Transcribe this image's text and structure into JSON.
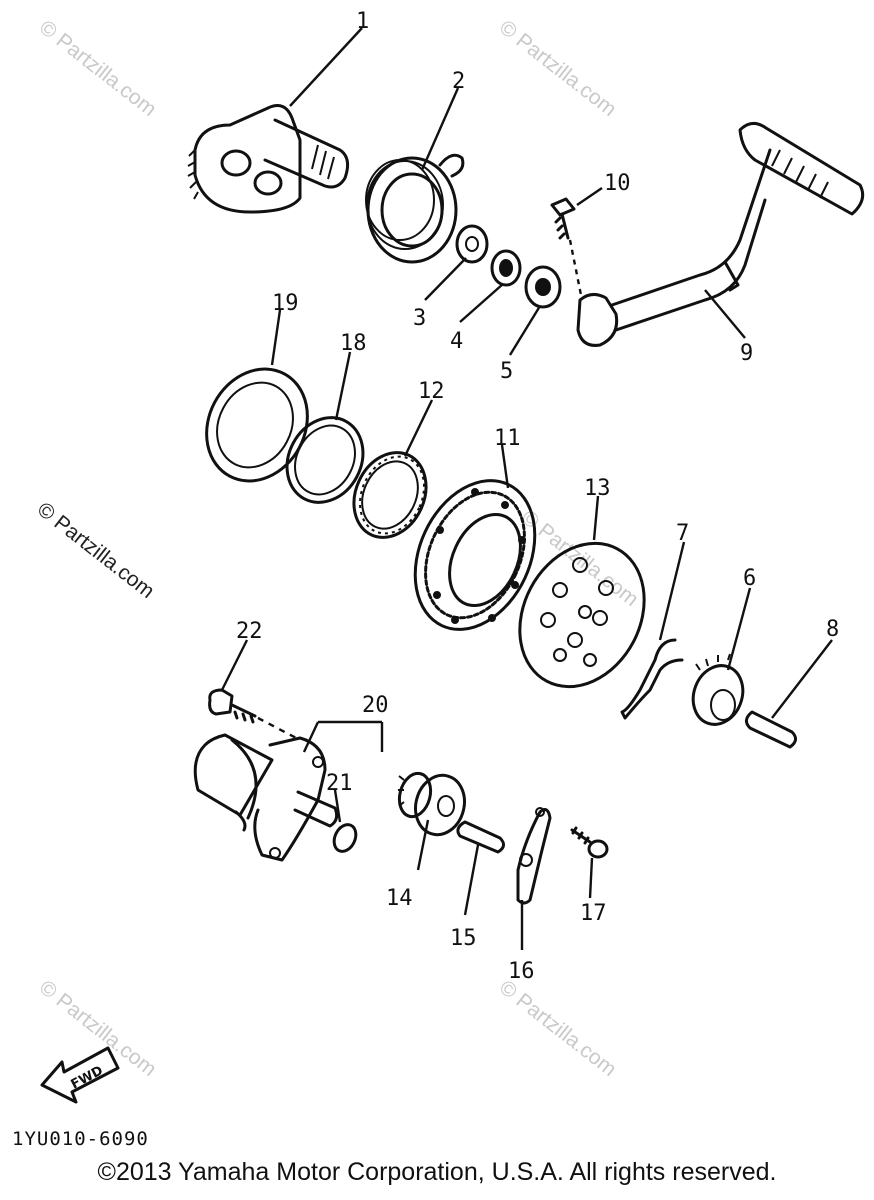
{
  "watermark": "© Partzilla.com",
  "diagram_code": "1YU010-6090",
  "fwd_label": "FWD",
  "copyright": "©2013 Yamaha Motor Corporation, U.S.A. All rights reserved.",
  "callouts": [
    "1",
    "2",
    "3",
    "4",
    "5",
    "6",
    "7",
    "8",
    "9",
    "10",
    "11",
    "12",
    "13",
    "14",
    "15",
    "16",
    "17",
    "18",
    "19",
    "20",
    "21",
    "22"
  ]
}
